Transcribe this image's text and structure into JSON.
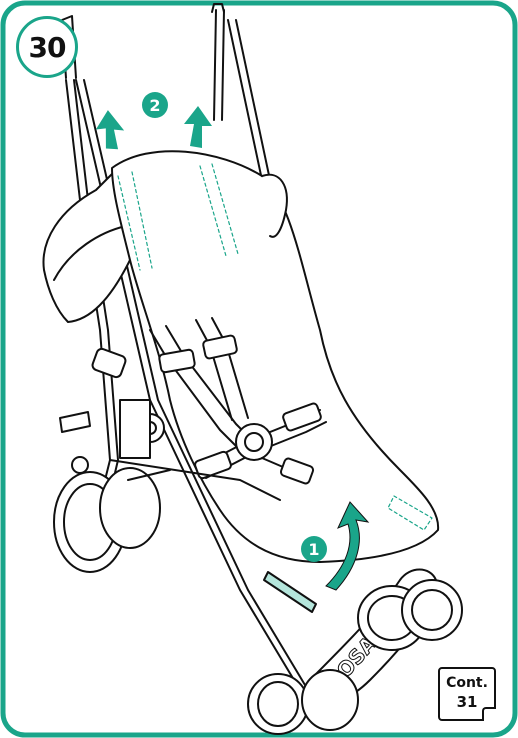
{
  "step": {
    "number": "30"
  },
  "markers": {
    "one": "1",
    "two": "2"
  },
  "brand": {
    "text": "COSATTO"
  },
  "cont": {
    "label": "Cont.",
    "page": "31"
  },
  "colors": {
    "accent": "#1aa58a",
    "outline": "#111111",
    "fill": "#ffffff"
  },
  "icons": {
    "lift_arrow": "arrow-up-icon",
    "curved_arrow": "curved-arrow-icon"
  }
}
